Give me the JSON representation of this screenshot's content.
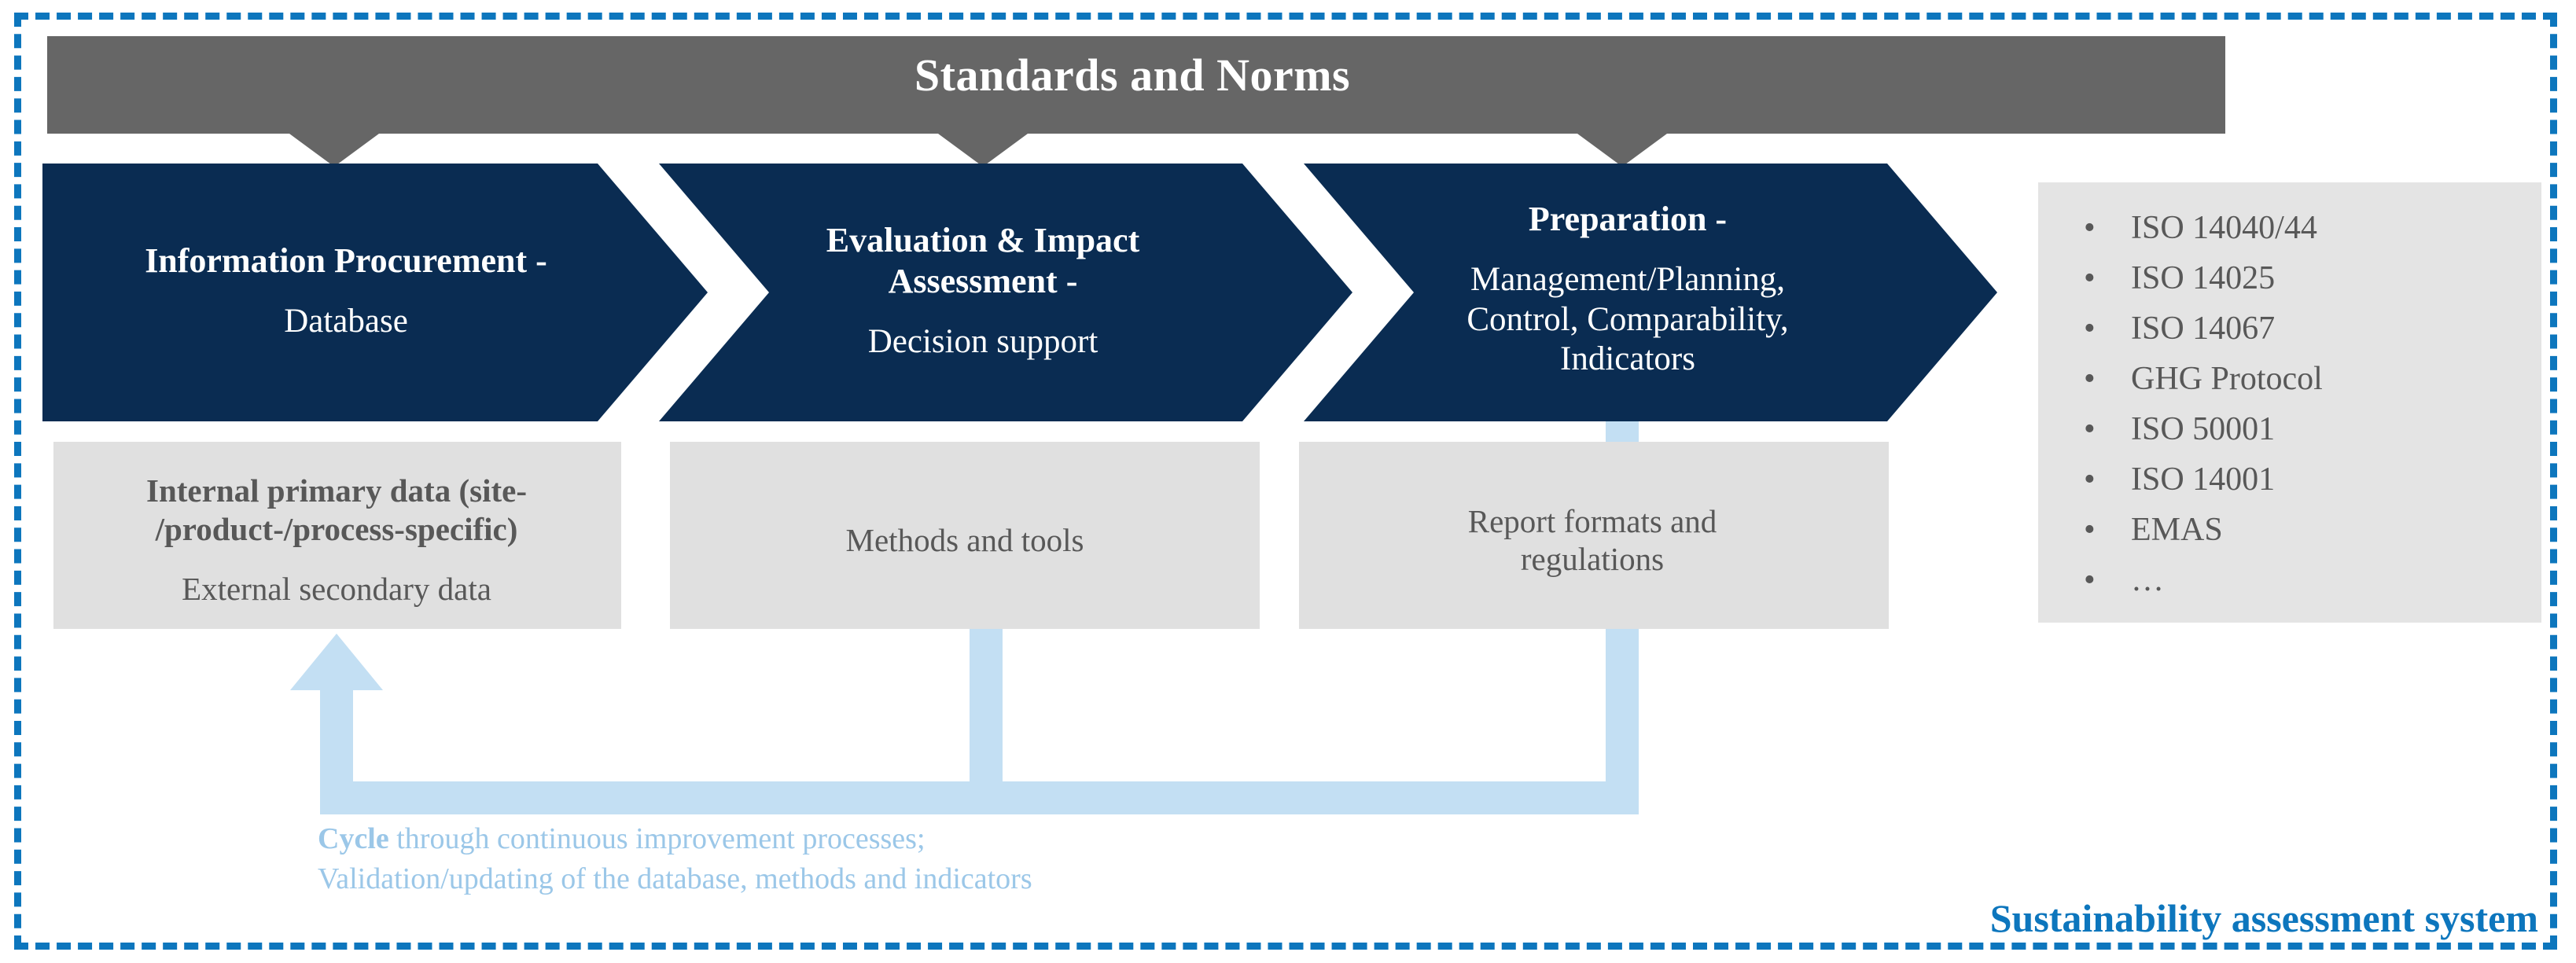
{
  "frame": {
    "border_color": "#0d76bd",
    "system_label": "Sustainability assessment system"
  },
  "standards_bar": {
    "title": "Standards and Norms",
    "color": "#666666"
  },
  "process_steps": [
    {
      "title": "Information Procurement -",
      "subtitle": "Database",
      "color": "#0a2c52"
    },
    {
      "title": "Evaluation & Impact Assessment -",
      "title_line1": "Evaluation & Impact",
      "title_line2": "Assessment -",
      "subtitle": "Decision support",
      "color": "#0a2c52"
    },
    {
      "title": "Preparation -",
      "subtitle": "Management/Planning, Control, Comparability, Indicators",
      "subtitle_line1": "Management/Planning,",
      "subtitle_line2": "Control, Comparability,",
      "subtitle_line3": "Indicators",
      "color": "#0a2c52"
    }
  ],
  "support_boxes": [
    {
      "strong_line1": "Internal primary data (site-",
      "strong_line2": "/product-/process-specific)",
      "normal": "External secondary data",
      "color": "#e0e0e0"
    },
    {
      "normal": "Methods and tools",
      "color": "#e0e0e0"
    },
    {
      "normal_line1": "Report formats and",
      "normal_line2": "regulations",
      "color": "#e0e0e0"
    }
  ],
  "standards_list": {
    "bullet_glyph": "•",
    "items": [
      "ISO 14040/44",
      "ISO 14025",
      "ISO 14067",
      "GHG Protocol",
      "ISO 50001",
      "ISO 14001",
      "EMAS",
      "…"
    ]
  },
  "cycle": {
    "arrow_color": "#c3dff3",
    "caption_bold": "Cycle",
    "caption_rest_line1": " through continuous improvement processes;",
    "caption_line2": "Validation/updating of the database, methods and indicators"
  }
}
